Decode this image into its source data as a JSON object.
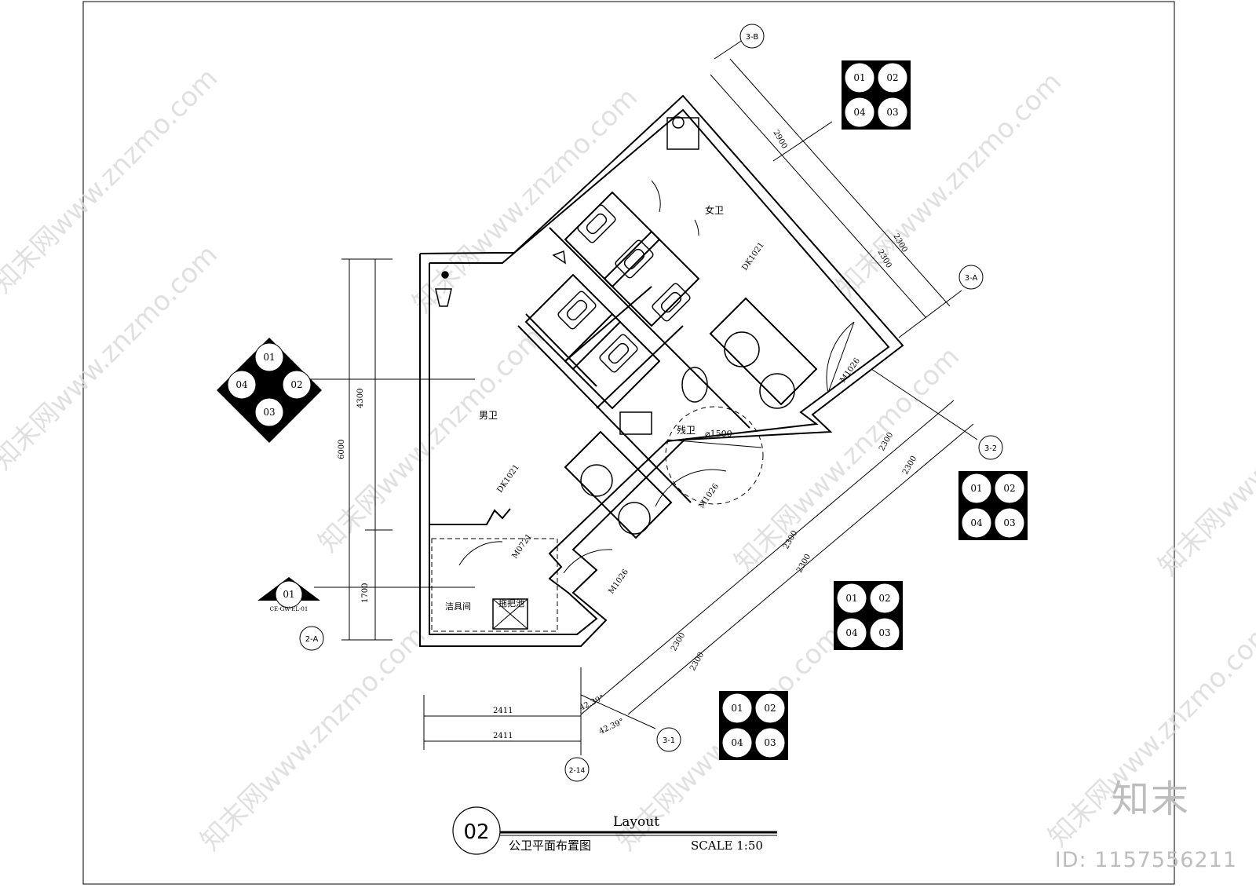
{
  "drawing": {
    "detail_number": "02",
    "title_en": "Layout",
    "title_cn": "公卫平面布置图",
    "scale": "SCALE 1:50"
  },
  "grid_bubbles": {
    "b3b": "3-B",
    "b3a": "3-A",
    "b32": "3-2",
    "b31": "3-1",
    "b2a": "2-A",
    "b214": "2-14"
  },
  "rooms": {
    "women": "女卫",
    "men": "男卫",
    "accessible": "残卫",
    "janitor": "洁具间",
    "mop_sink": "拖把池"
  },
  "doors": {
    "dk_women": "DK1021",
    "dk_men": "DK1021",
    "m1026_right": "M1026",
    "m1026_mid": "M1026",
    "m1026_low": "M1026",
    "m0721": "M0721",
    "turning": "⌀1500"
  },
  "dimensions": {
    "d2900": "2900",
    "d2300a": "2300",
    "d2300b": "2300",
    "d2300c": "2300",
    "d2300d": "2300",
    "d2300e": "2300",
    "d2300f": "2300",
    "d2300g": "2300",
    "d2300h": "2300",
    "d6000": "6000",
    "d4300": "4300",
    "d1700": "1700",
    "d2411a": "2411",
    "d2411b": "2411",
    "ang1": "42.39°",
    "ang2": "42.39°"
  },
  "elevation_tags": {
    "q1": "01",
    "q2": "02",
    "q3": "03",
    "q4": "04",
    "sub": "CE-GW-EL-01"
  },
  "watermark": {
    "site": "知末网www.znzmo.com",
    "logo": "知末",
    "id": "ID: 1157556211"
  }
}
